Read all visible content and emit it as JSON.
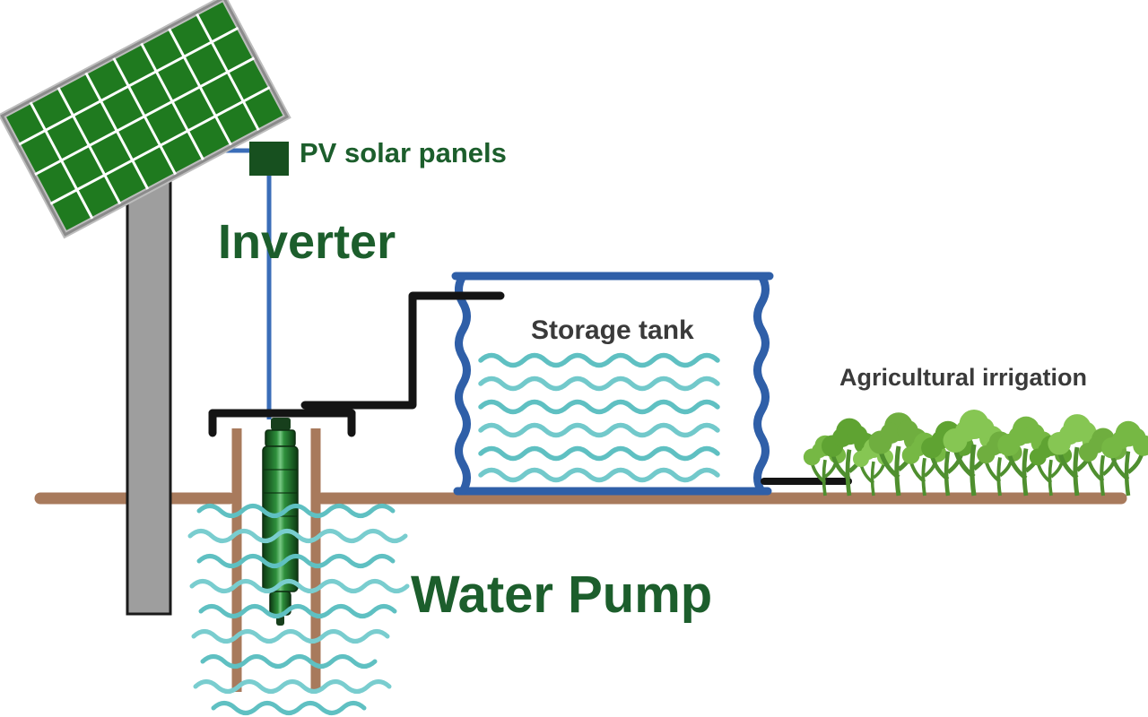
{
  "labels": {
    "pv_panels": "PV solar panels",
    "inverter": "Inverter",
    "storage_tank": "Storage tank",
    "agricultural_irrigation": "Agricultural irrigation",
    "water_pump": "Water Pump"
  },
  "components": {
    "solar_panel_icon": "tilted green photovoltaic panel on gray pole",
    "inverter_box_icon": "dark green junction box",
    "wire_icon": "blue electric cable",
    "storage_tank_icon": "blue open tank with water waves",
    "well_icon": "brown-walled well with water",
    "water_pump_icon": "green submersible pump",
    "pipe_icon": "black water pipe",
    "crops_icon": "row of green crops"
  },
  "colors": {
    "panel_green": "#1f7a1f",
    "panel_grid": "#ffffff",
    "panel_frame": "#bdbdbd",
    "pole_gray": "#9e9e9e",
    "wire_blue": "#3a6db8",
    "tank_blue": "#2f5fa8",
    "water_teal": "#5fc0c2",
    "ground_brown": "#a87a5c",
    "plant_green": "#6fae3f",
    "pipe_black": "#141414",
    "label_green": "#1c5e2c",
    "label_dark": "#3a3a3a"
  }
}
